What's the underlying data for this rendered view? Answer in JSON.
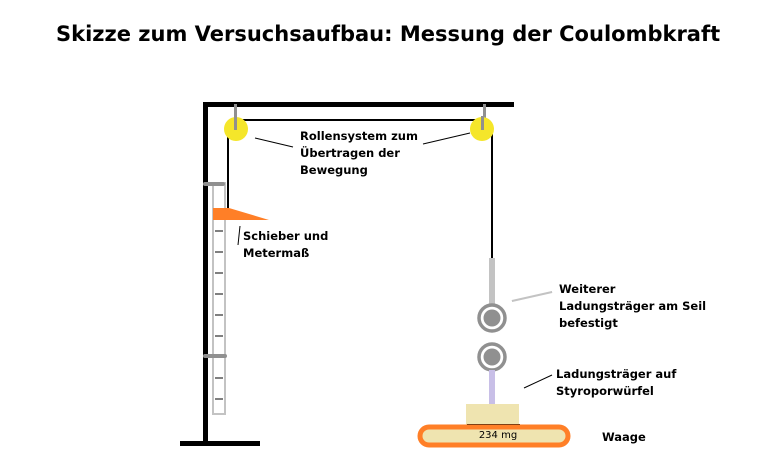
{
  "title": "Skizze zum Versuchsaufbau: Messung der Coulombkraft",
  "labels": {
    "pulleys": [
      "Rollensystem zum",
      "Übertragen der",
      "Bewegung"
    ],
    "slider": [
      "Schieber und",
      "Metermaß"
    ],
    "upper_carrier": [
      "Weiterer",
      "Ladungsträger am Seil",
      "befestigt"
    ],
    "lower_carrier": [
      "Ladungsträger auf",
      "Styroporwürfel"
    ],
    "scale": [
      "Waage"
    ]
  },
  "scale_reading": "234 mg",
  "colors": {
    "frame": "#000000",
    "pulley": "#f5e62a",
    "slider": "#ff7f27",
    "scale_outline": "#ff7f27",
    "scale_body": "#efe4b0",
    "styrofoam": "#efe4b0",
    "carrier": "#909090",
    "insulator_rod": "#c8bfe7",
    "string_lower": "#c3c3c3"
  }
}
